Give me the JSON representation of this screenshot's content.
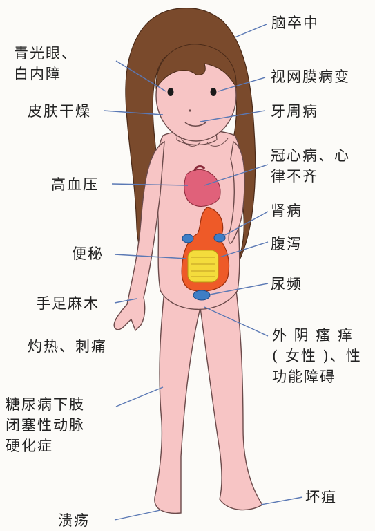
{
  "labels": {
    "stroke": "脑卒中",
    "glaucoma_cataract": "青光眼、\n白内障",
    "retinopathy": "视网膜病变",
    "dry_skin": "皮肤干燥",
    "periodontal": "牙周病",
    "coronary": "冠心病、心\n律不齐",
    "hypertension": "高血压",
    "kidney": "肾病",
    "constipation": "便秘",
    "diarrhea": "腹泻",
    "numbness": "手足麻木",
    "frequent_urination": "尿频",
    "burning_pain": "灼热、刺痛",
    "genital": "外 阴 瘙 痒\n( 女性 )、性\n功能障碍",
    "peripheral_artery": "糖尿病下肢\n闭塞性动脉\n硬化症",
    "gangrene": "坏疽",
    "ulcer": "溃疡"
  },
  "colors": {
    "skin": "#f7c5c5",
    "hair": "#7a4a2c",
    "leader": "#5a78b4",
    "heart": "#e0617a",
    "stomach": "#ee5a28",
    "intestine": "#f4dc3c",
    "kidney": "#3e7ec6",
    "outline": "#6b4a4a"
  }
}
